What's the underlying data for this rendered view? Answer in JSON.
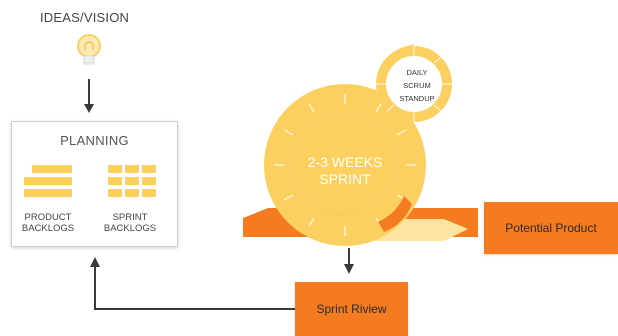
{
  "ideas": {
    "title": "IDEAS/VISION",
    "icon": "lightbulb-icon"
  },
  "planning": {
    "title": "PLANNING",
    "product_backlogs": "PRODUCT\nBACKLOGS",
    "sprint_backlogs": "SPRINT\nBACKLOGS"
  },
  "sprint": {
    "cycle_label": "2-3 WEEKS\nSPRINT",
    "daily_line1": "DAILY",
    "daily_line2": "SCRUM",
    "daily_line3": "STANDUP"
  },
  "potential_product": "Potential Product",
  "sprint_review": "Sprint Riview",
  "colors": {
    "yellow": "#fcd060",
    "yellow_light": "#fde4a0",
    "orange": "#f47b20",
    "arrow": "#3a3a3a"
  }
}
